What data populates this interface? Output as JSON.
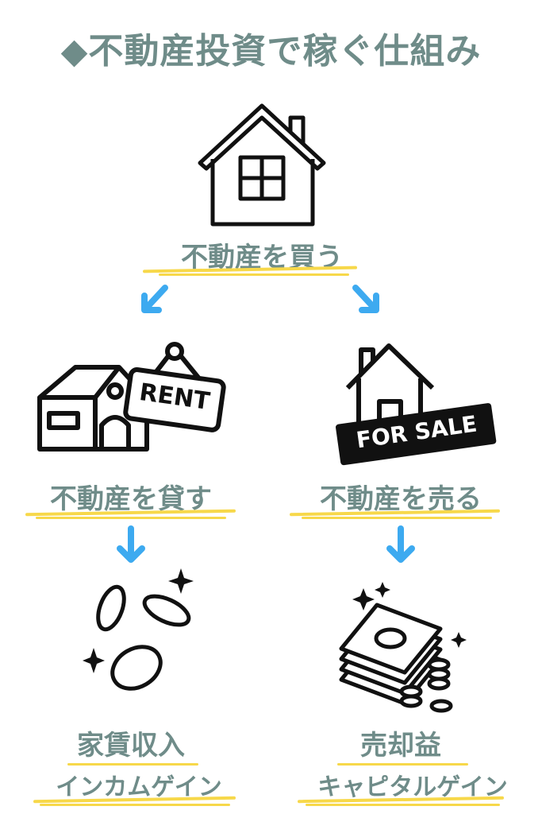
{
  "title": {
    "marker": "◆",
    "text": "不動産投資で稼ぐ仕組み"
  },
  "steps": {
    "buy": {
      "label": "不動産を買う",
      "icon": "house-icon"
    },
    "rent": {
      "label": "不動産を貸す",
      "icon": "rent-house-icon",
      "sign": "RENT"
    },
    "sell": {
      "label": "不動産を売る",
      "icon": "for-sale-house-icon",
      "sign": "FOR SALE"
    }
  },
  "outcomes": {
    "income": {
      "label": "家賃収入",
      "sub": "インカムゲイン",
      "icon": "coins-icon"
    },
    "capital": {
      "label": "売却益",
      "sub": "キャピタルゲイン",
      "icon": "money-stack-icon"
    }
  },
  "colors": {
    "text": "#6f8c89",
    "highlight": "#f7d84a",
    "arrow": "#3daaf0",
    "icon": "#111111"
  }
}
